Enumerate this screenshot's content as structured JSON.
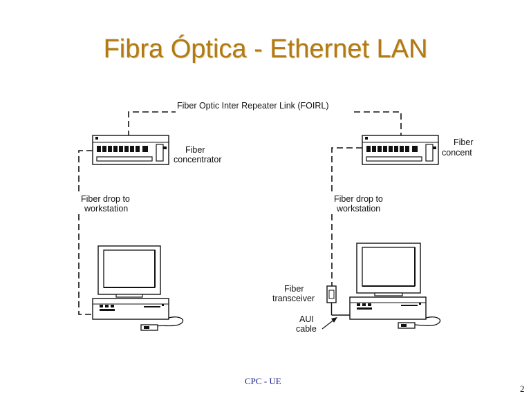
{
  "title": "Fibra Óptica - Ethernet LAN",
  "diagram": {
    "foirl_label": "Fiber Optic Inter Repeater Link (FOIRL)",
    "concentrator_left_line1": "Fiber",
    "concentrator_left_line2": "concentrator",
    "concentrator_right_line1": "Fiber",
    "concentrator_right_line2": "concent",
    "drop_left_line1": "Fiber drop to",
    "drop_left_line2": "workstation",
    "drop_right_line1": "Fiber drop to",
    "drop_right_line2": "workstation",
    "transceiver_line1": "Fiber",
    "transceiver_line2": "transceiver",
    "aui_line1": "AUI",
    "aui_line2": "cable"
  },
  "footer": "CPC - UE",
  "page_number": "2"
}
